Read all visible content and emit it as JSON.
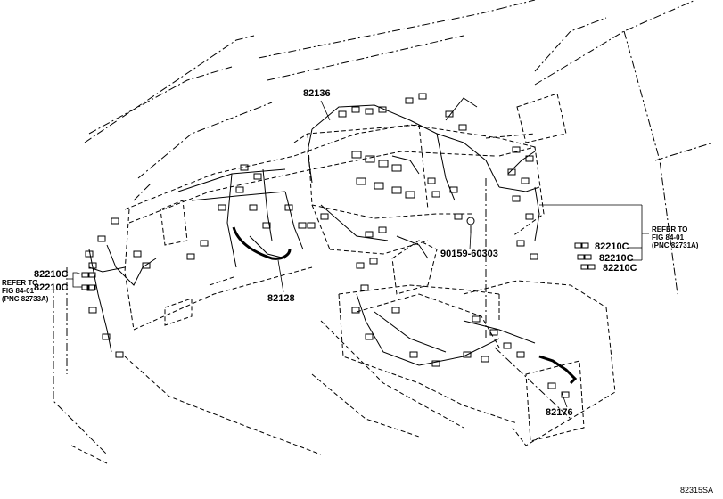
{
  "diagram": {
    "title": "",
    "code": "82315SA",
    "part_labels": {
      "p82136": "82136",
      "p82128": "82128",
      "p82176": "82176",
      "p90159": "90159-60303",
      "left_c1": "82210C",
      "left_c2": "82210C",
      "right_c1": "82210C",
      "right_c2": "82210C",
      "right_c3": "82210C"
    },
    "refer_left": {
      "line1": "REFER TO",
      "line2": "FIG 84-01",
      "line3": "(PNC 82733A)"
    },
    "refer_right": {
      "line1": "REFER TO",
      "line2": "FIG 84-01",
      "line3": "(PNC 82731A)"
    }
  }
}
